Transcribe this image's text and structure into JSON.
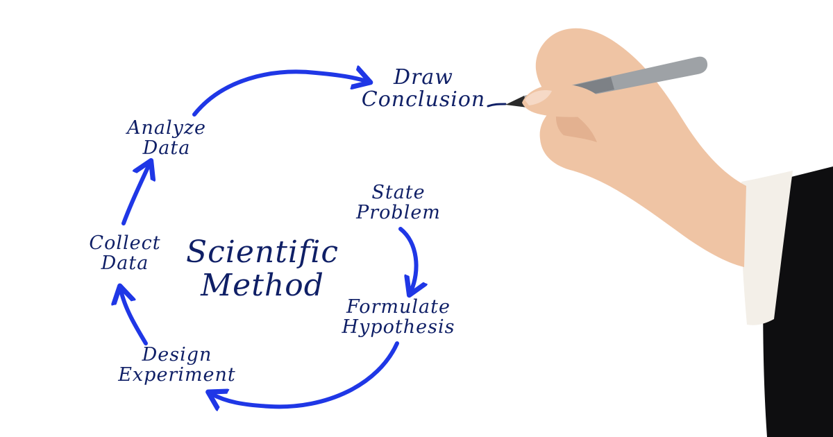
{
  "diagram": {
    "title_lines": [
      "Scientific",
      "Method"
    ],
    "steps": [
      {
        "id": "state-problem",
        "lines": [
          "State",
          "Problem"
        ]
      },
      {
        "id": "formulate-hypothesis",
        "lines": [
          "Formulate",
          "Hypothesis"
        ]
      },
      {
        "id": "design-experiment",
        "lines": [
          "Design",
          "Experiment"
        ]
      },
      {
        "id": "collect-data",
        "lines": [
          "Collect",
          "Data"
        ]
      },
      {
        "id": "analyze-data",
        "lines": [
          "Analyze",
          "Data"
        ]
      },
      {
        "id": "draw-conclusion",
        "lines": [
          "Draw",
          "Conclusion"
        ]
      }
    ],
    "colors": {
      "text": "#0f1f66",
      "arrow": "#1f37e6",
      "skin": "#efc4a4",
      "skin_shadow": "#d9a27f",
      "sleeve": "#0e0e10",
      "cuff": "#f3efe8",
      "pen_barrel": "#9ea2a6",
      "pen_tip": "#2a2a2a"
    },
    "icons": [
      "hand-with-pen-icon"
    ]
  }
}
